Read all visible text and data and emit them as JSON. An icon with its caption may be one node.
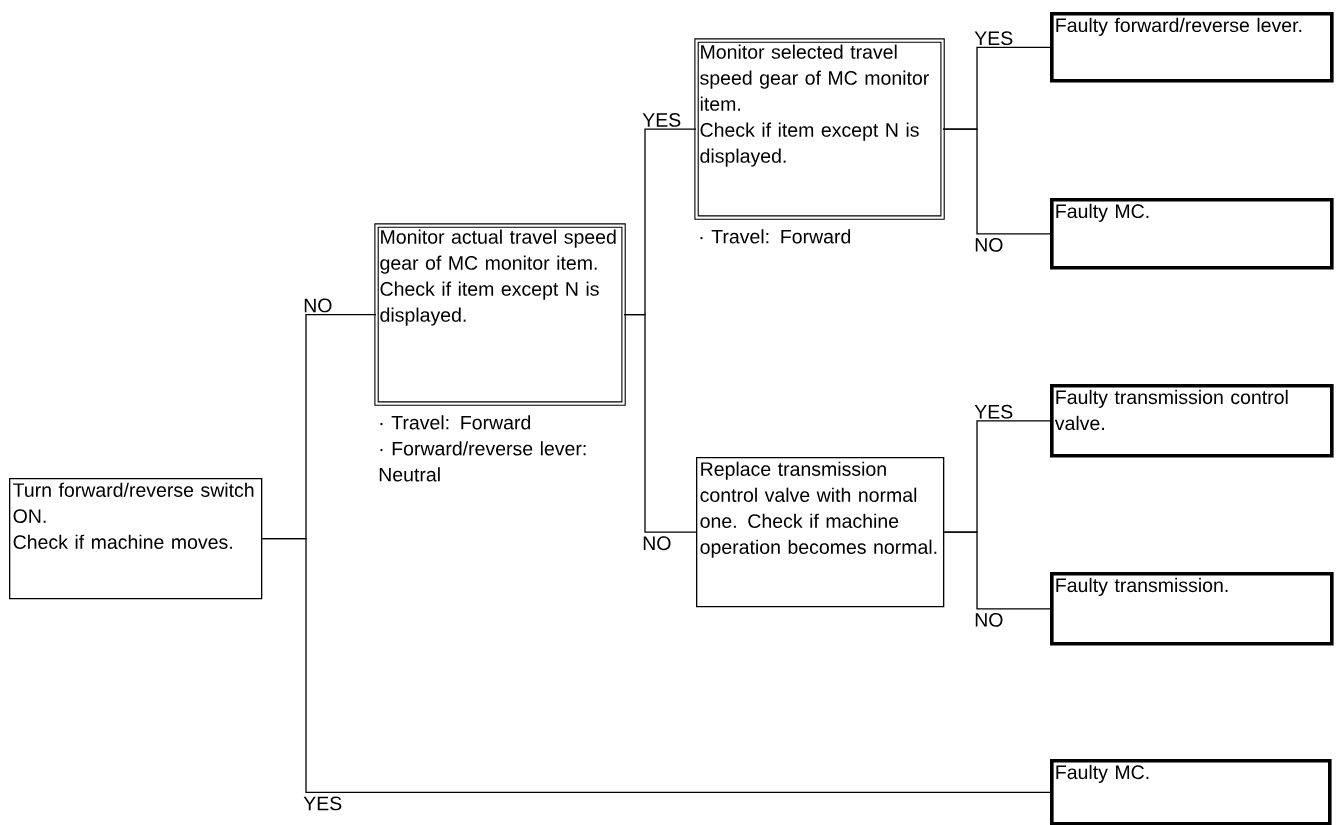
{
  "diagram": {
    "nodes": [
      {
        "text": [
          "Turn forward/reverse switch ON.",
          "Check if machine moves."
        ]
      },
      {
        "text": [
          "Monitor actual travel speed gear of MC monitor item.",
          "Check if item except N is displayed."
        ],
        "beside": [
          "· Travel: Forward",
          "· Forward/reverse lever: Neutral"
        ]
      },
      {
        "text": [
          "Monitor selected travel speed gear of MC monitor item.",
          "Check if item except N is displayed."
        ],
        "beside": [
          "· Travel: Forward"
        ]
      },
      {
        "text": [
          "Faulty forward/reverse lever."
        ]
      },
      {
        "text": [
          "Faulty MC."
        ]
      },
      {
        "text": [
          "Replace transmission control valve with normal one. Check if machine operation becomes normal."
        ]
      },
      {
        "text": [
          "Faulty transmission control valve."
        ]
      },
      {
        "text": [
          "Faulty transmission."
        ]
      },
      {
        "text": [
          "Faulty MC."
        ]
      }
    ],
    "edges": [
      {
        "from": 0,
        "to": 1,
        "arrow": "none",
        "label": "NO"
      },
      {
        "from": 0,
        "to": 8,
        "arrow": "none",
        "label": "YES"
      },
      {
        "from": 1,
        "to": 2,
        "arrow": "none",
        "label": "YES"
      },
      {
        "from": 1,
        "to": 5,
        "arrow": "none",
        "label": "NO"
      },
      {
        "from": 2,
        "to": 3,
        "arrow": "none",
        "label": "YES"
      },
      {
        "from": 2,
        "to": 4,
        "arrow": "none",
        "label": "NO"
      },
      {
        "from": 5,
        "to": 6,
        "arrow": "none",
        "label": "YES"
      },
      {
        "from": 5,
        "to": 7,
        "arrow": "none",
        "label": "NO"
      }
    ]
  }
}
